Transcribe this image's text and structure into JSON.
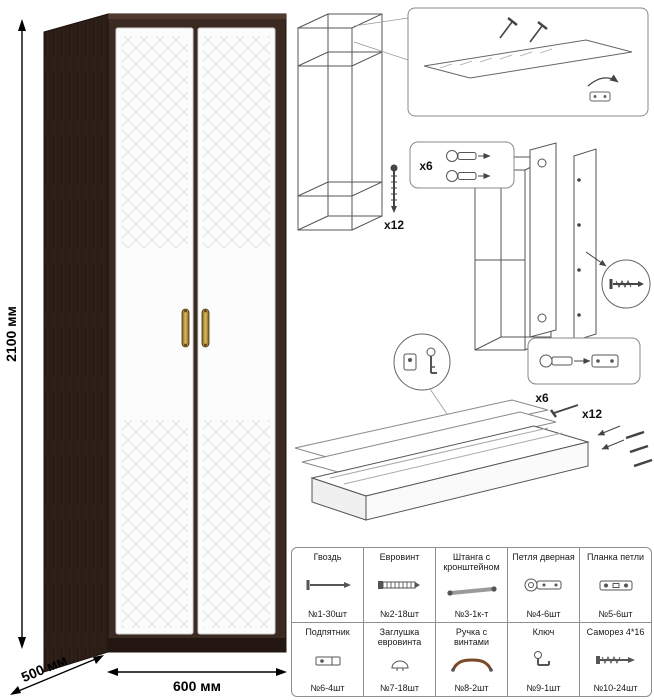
{
  "wardrobe": {
    "dimensions": {
      "height": "2100 мм",
      "width": "600 мм",
      "depth": "500 мм"
    }
  },
  "assembly_diagram": {
    "labels": {
      "confirmat_top": "x12",
      "hinges_top": "x6",
      "hinges_bottom": "x6",
      "confirmat_bottom": "x12"
    }
  },
  "parts_table": {
    "rows": [
      [
        {
          "name": "Гвоздь",
          "count": "№1-30шт",
          "icon": "nail-icon"
        },
        {
          "name": "Евровинт",
          "count": "№2-18шт",
          "icon": "euroscrew-icon"
        },
        {
          "name": "Штанга с кронштейном",
          "count": "№3-1к-т",
          "icon": "rod-icon"
        },
        {
          "name": "Петля дверная",
          "count": "№4-6шт",
          "icon": "hinge-icon"
        },
        {
          "name": "Планка петли",
          "count": "№5-6шт",
          "icon": "hinge-plate-icon"
        }
      ],
      [
        {
          "name": "Подпятник",
          "count": "№6-4шт",
          "icon": "foot-icon"
        },
        {
          "name": "Заглушка евровинта",
          "count": "№7-18шт",
          "icon": "cap-icon"
        },
        {
          "name": "Ручка с винтами",
          "count": "№8-2шт",
          "icon": "handle-icon"
        },
        {
          "name": "Ключ",
          "count": "№9-1шт",
          "icon": "key-icon"
        },
        {
          "name": "Саморез 4*16",
          "count": "№10-24шт",
          "icon": "screw-icon"
        }
      ]
    ]
  },
  "colors": {
    "wenge_dark": "#2e1f19",
    "wenge_front": "#3a2a22",
    "door_white": "#fcfcfc",
    "handle_gold": "#c9a24a",
    "diagram_line": "#555555"
  }
}
